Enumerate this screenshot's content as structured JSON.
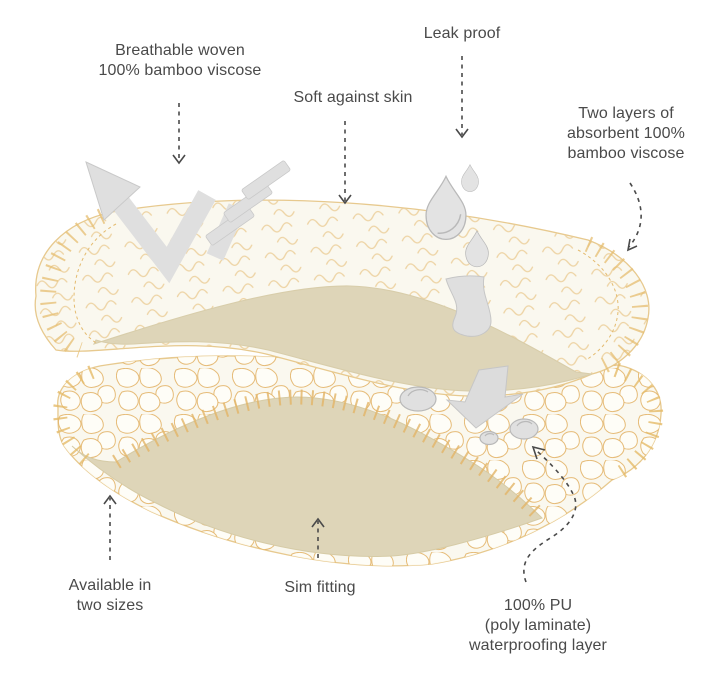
{
  "page": {
    "background": "#ffffff"
  },
  "diagram": {
    "labels": {
      "breathable": "Breathable woven\n100% bamboo viscose",
      "soft": "Soft against skin",
      "leak_proof": "Leak proof",
      "two_layers": "Two layers of\nabsorbent 100%\nbamboo viscose",
      "available": "Available in\ntwo sizes",
      "sim_fitting": "Sim fitting",
      "pu": "100% PU\n(poly laminate)\nwaterproofing layer"
    },
    "colors": {
      "text": "#4a4a4a",
      "annotation_arrow": "#4a4a4a",
      "surface_cream": "#faf8ef",
      "underside_tan": "#ded5b8",
      "stitch_gold": "#e5ba68",
      "texture_gold": "#eccf9b",
      "pebble_gold": "#e2b164",
      "outline_gold": "#e7c98e",
      "gray_element": "#dfdfdf",
      "gray_outline": "#bcbcbc"
    },
    "icons": [
      "airflow-arrow-icon",
      "vent-lines-icon",
      "water-drops-icon",
      "absorb-arrow-icon",
      "down-arrow-icon",
      "blocked-droplets-icon"
    ]
  }
}
